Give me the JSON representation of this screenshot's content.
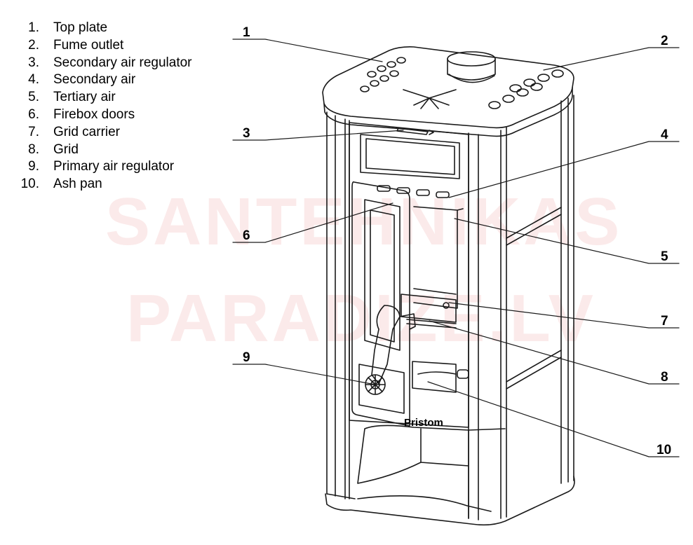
{
  "legend": [
    {
      "number": "1.",
      "label": "Top plate"
    },
    {
      "number": "2.",
      "label": "Fume outlet"
    },
    {
      "number": "3.",
      "label": "Secondary air regulator"
    },
    {
      "number": "4.",
      "label": "Secondary air"
    },
    {
      "number": "5.",
      "label": "Tertiary air"
    },
    {
      "number": "6.",
      "label": "Firebox doors"
    },
    {
      "number": "7.",
      "label": "Grid carrier"
    },
    {
      "number": "8.",
      "label": "Grid"
    },
    {
      "number": "9.",
      "label": "Primary air regulator"
    },
    {
      "number": "10.",
      "label": "Ash pan"
    }
  ],
  "callouts": {
    "c1": "1",
    "c2": "2",
    "c3": "3",
    "c4": "4",
    "c5": "5",
    "c6": "6",
    "c7": "7",
    "c8": "8",
    "c9": "9",
    "c10": "10"
  },
  "brand": "Pristom",
  "watermark": {
    "line1": "SANTEHNIKAS",
    "line2": "PARADIZE.LV"
  },
  "colors": {
    "line": "#1a1a1a",
    "watermark": "#fbeaea"
  }
}
